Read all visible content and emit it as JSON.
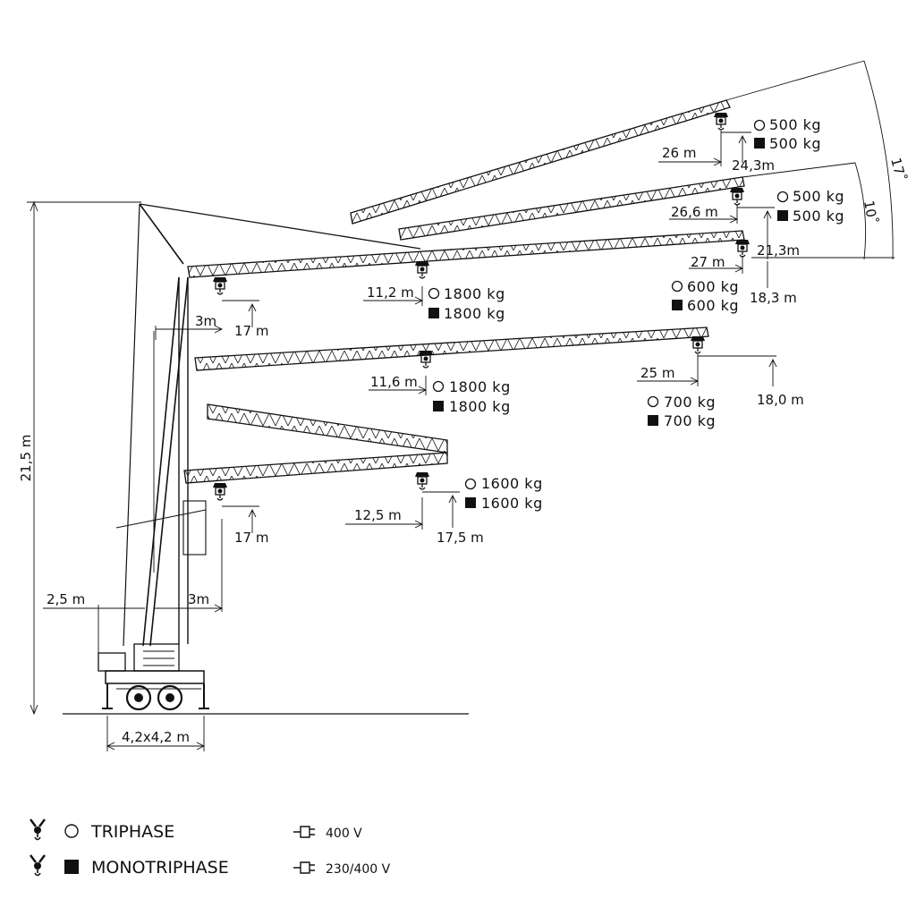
{
  "heights": {
    "total": "21,5 m",
    "base": "4,2x4,2 m",
    "offset_left": "2,5 m",
    "offset_3m_low": "3m",
    "offset_3m_high": "3m"
  },
  "angles": {
    "a17": "17˚",
    "a10": "10˚"
  },
  "configs": [
    {
      "id": "c1",
      "radius": "26 m",
      "height": "24,3m",
      "load_tri": "500 kg",
      "load_mono": "500 kg"
    },
    {
      "id": "c2",
      "radius": "26,6 m",
      "height": "21,3m",
      "load_tri": "500 kg",
      "load_mono": "500 kg"
    },
    {
      "id": "c3",
      "radius": "27 m",
      "height": "18,3 m",
      "load_tri": "600 kg",
      "load_mono": "600 kg",
      "mid_radius": "11,2 m",
      "mid_load_tri": "1800 kg",
      "mid_load_mono": "1800 kg",
      "near_height": "17 m"
    },
    {
      "id": "c4",
      "radius": "25 m",
      "height": "18,0 m",
      "load_tri": "700 kg",
      "load_mono": "700 kg",
      "mid_radius": "11,6 m",
      "mid_load_tri": "1800 kg",
      "mid_load_mono": "1800 kg"
    },
    {
      "id": "c5",
      "radius": "12,5 m",
      "height": "17,5 m",
      "load_tri": "1600 kg",
      "load_mono": "1600 kg",
      "near_height": "17 m"
    }
  ],
  "legend": [
    {
      "symbol": "circle",
      "label": "TRIPHASE",
      "voltage": "400 V"
    },
    {
      "symbol": "square",
      "label": "MONOTRIPHASE",
      "voltage": "230/400 V"
    }
  ],
  "icons": {
    "hook": "hook-icon",
    "plug": "plug-icon",
    "triphase": "circle-outline-icon",
    "monotriphase": "filled-square-icon"
  }
}
